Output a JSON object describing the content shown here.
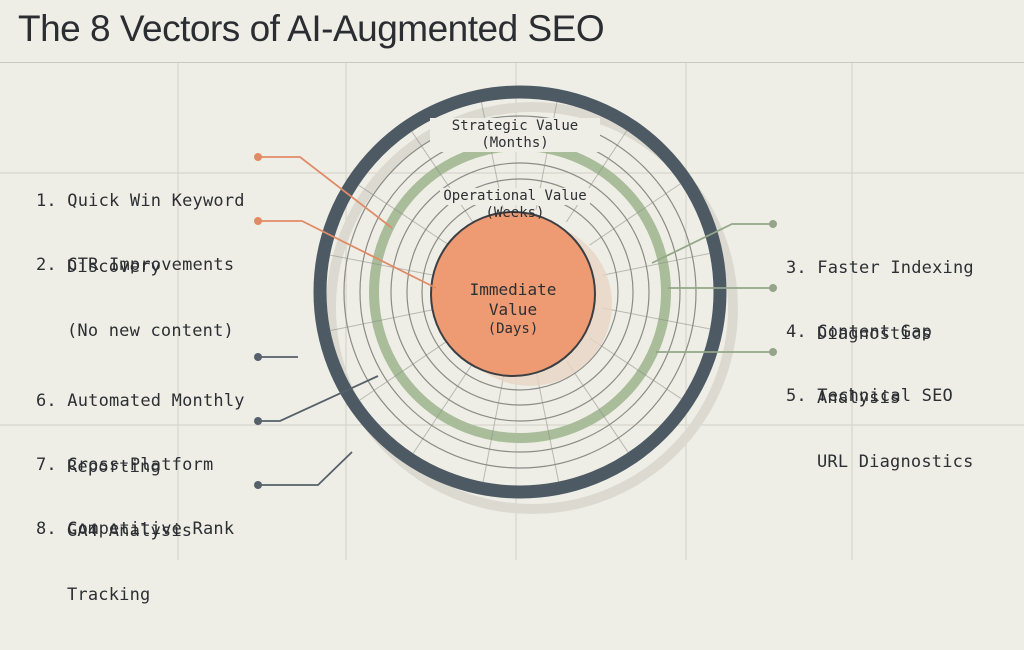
{
  "title": "The 8 Vectors of AI-Augmented SEO",
  "rings": {
    "strategic": {
      "line1": "Strategic Value",
      "line2": "(Months)"
    },
    "operational": {
      "line1": "Operational Value",
      "line2": "(Weeks)"
    },
    "immediate": {
      "line1": "Immediate",
      "line2": "Value",
      "line3": "(Days)"
    }
  },
  "vectors": [
    {
      "line1": "1. Quick Win Keyword",
      "line2": "Discovery",
      "tier": "immediate"
    },
    {
      "line1": "2. CTR Improvements",
      "line2": "(No new content)",
      "tier": "immediate"
    },
    {
      "line1": "3. Faster Indexing",
      "line2": "Diagnostics",
      "tier": "operational"
    },
    {
      "line1": "4. Content Gap",
      "line2": "Analysis",
      "tier": "operational"
    },
    {
      "line1": "5. Technical SEO",
      "line2": "URL Diagnostics",
      "tier": "operational"
    },
    {
      "line1": "6. Automated Monthly",
      "line2": "Reporting",
      "tier": "strategic"
    },
    {
      "line1": "7. Cross-Platform",
      "line2": "GA4 Analysis",
      "tier": "strategic"
    },
    {
      "line1": "8. Competitive Rank",
      "line2": "Tracking",
      "tier": "strategic"
    }
  ],
  "colors": {
    "background": "#efeee6",
    "grid": "#d6d5cb",
    "immediate_fill": "#ee9a73",
    "immediate_line": "#e08b66",
    "operational_ring": "#a9bd9a",
    "operational_line": "#93a788",
    "strategic_ring": "#4d5a64",
    "strategic_line": "#56606a",
    "inner_rings": "#8a8c88",
    "text": "#2c2f33"
  }
}
